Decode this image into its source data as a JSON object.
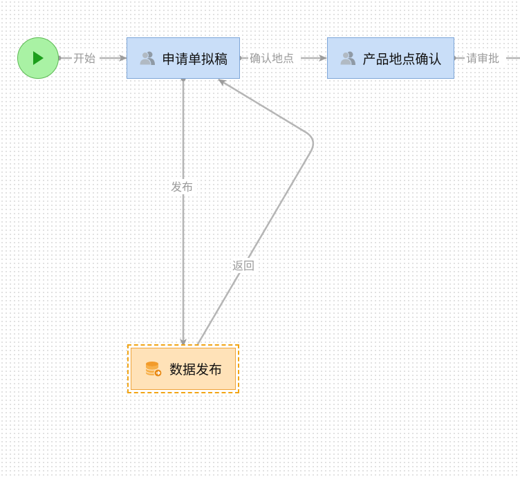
{
  "nodes": {
    "draft": {
      "label": "申请单拟稿",
      "icon": "users-icon"
    },
    "confirm": {
      "label": "产品地点确认",
      "icon": "users-icon"
    },
    "publish": {
      "label": "数据发布",
      "icon": "database-icon"
    },
    "start": {
      "icon": "play-icon"
    }
  },
  "edges": {
    "start": "开始",
    "confirm_location": "确认地点",
    "request_approval": "请审批",
    "publish": "发布",
    "return": "返回"
  },
  "colors": {
    "edge": "#b5b5b5",
    "task_fill": "#c9def8",
    "task_border": "#7ea6d8",
    "service_fill": "#ffe2b8",
    "selection": "#f1a414",
    "start_fill": "#a9f2a4",
    "play": "#1c9e1c"
  }
}
